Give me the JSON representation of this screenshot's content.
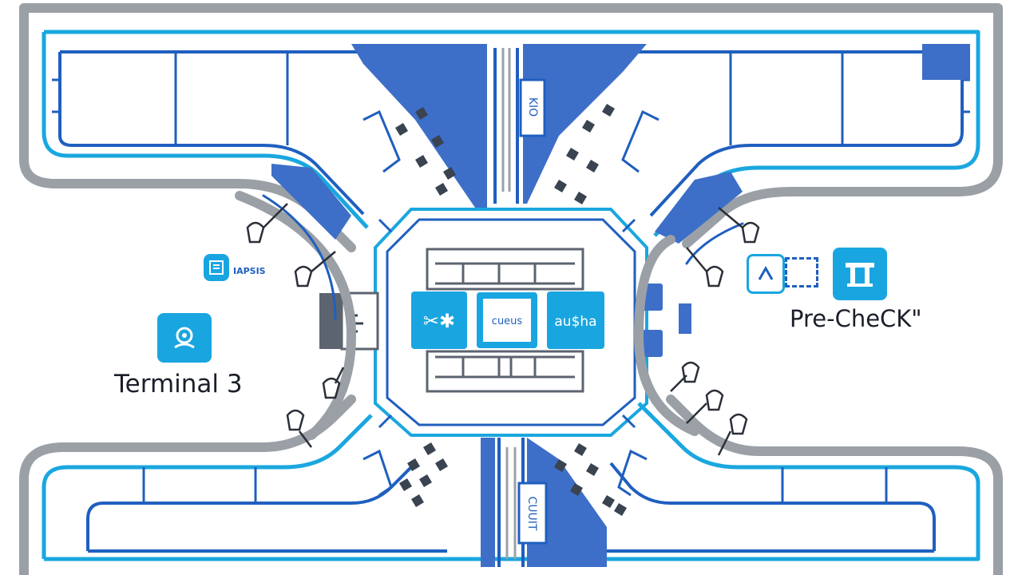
{
  "colors": {
    "outer_track": "#9aa0a6",
    "inner_track": "#1f5fbf",
    "cyan_track": "#1aa7df",
    "accent_fill": "#3d6fc8",
    "tile_cyan": "#19a6e0",
    "text_dark": "#1b1f2a"
  },
  "labels": {
    "terminal": "Terminal 3",
    "precheck": "Pre-CheCK\""
  },
  "signage": {
    "center_left": "✂✱",
    "center_middle": "cueus",
    "center_right": "au$ha",
    "left_plaque": "IAPSIS",
    "north_spine": "KIO",
    "south_spine": "CUUIT"
  },
  "icons": {
    "terminal": "location-pin-icon",
    "precheck": "security-checkpoint-icon",
    "gates": "gate-icon",
    "seating": "seating-cluster-icon"
  }
}
